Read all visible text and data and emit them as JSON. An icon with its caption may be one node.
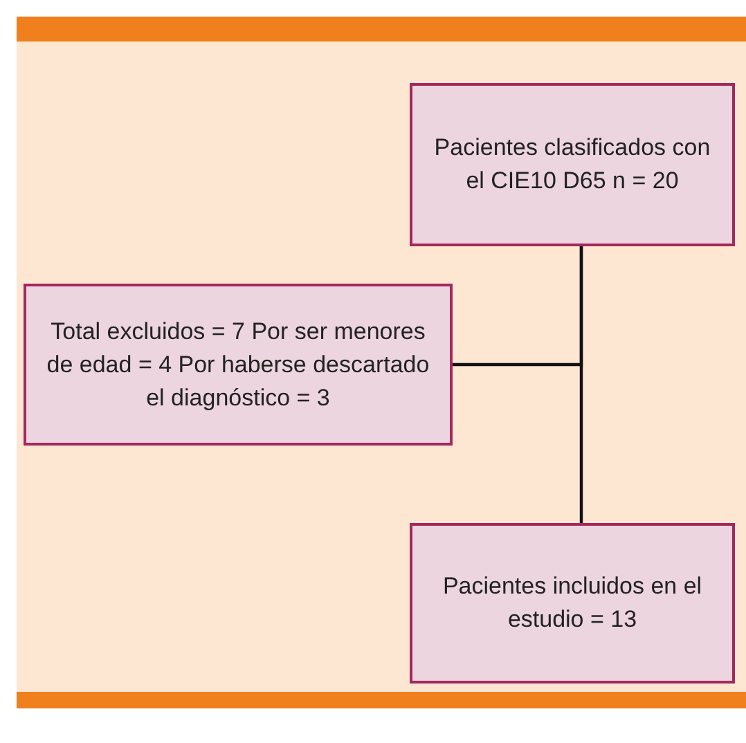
{
  "diagram": {
    "nodes": [
      {
        "text": [
          "Pacientes clasificados con el CIE10 D65 n = 20"
        ]
      },
      {
        "text": [
          "Total excluidos = 7 Por ser menores de edad = 4 Por haberse descartado el diagnóstico = 3"
        ]
      },
      {
        "text": [
          "Pacientes incluidos en el estudio = 13"
        ]
      }
    ],
    "edges": [
      {
        "from": 0,
        "to": 1,
        "arrow": "none"
      },
      {
        "from": 0,
        "to": 2,
        "arrow": "none"
      }
    ]
  }
}
